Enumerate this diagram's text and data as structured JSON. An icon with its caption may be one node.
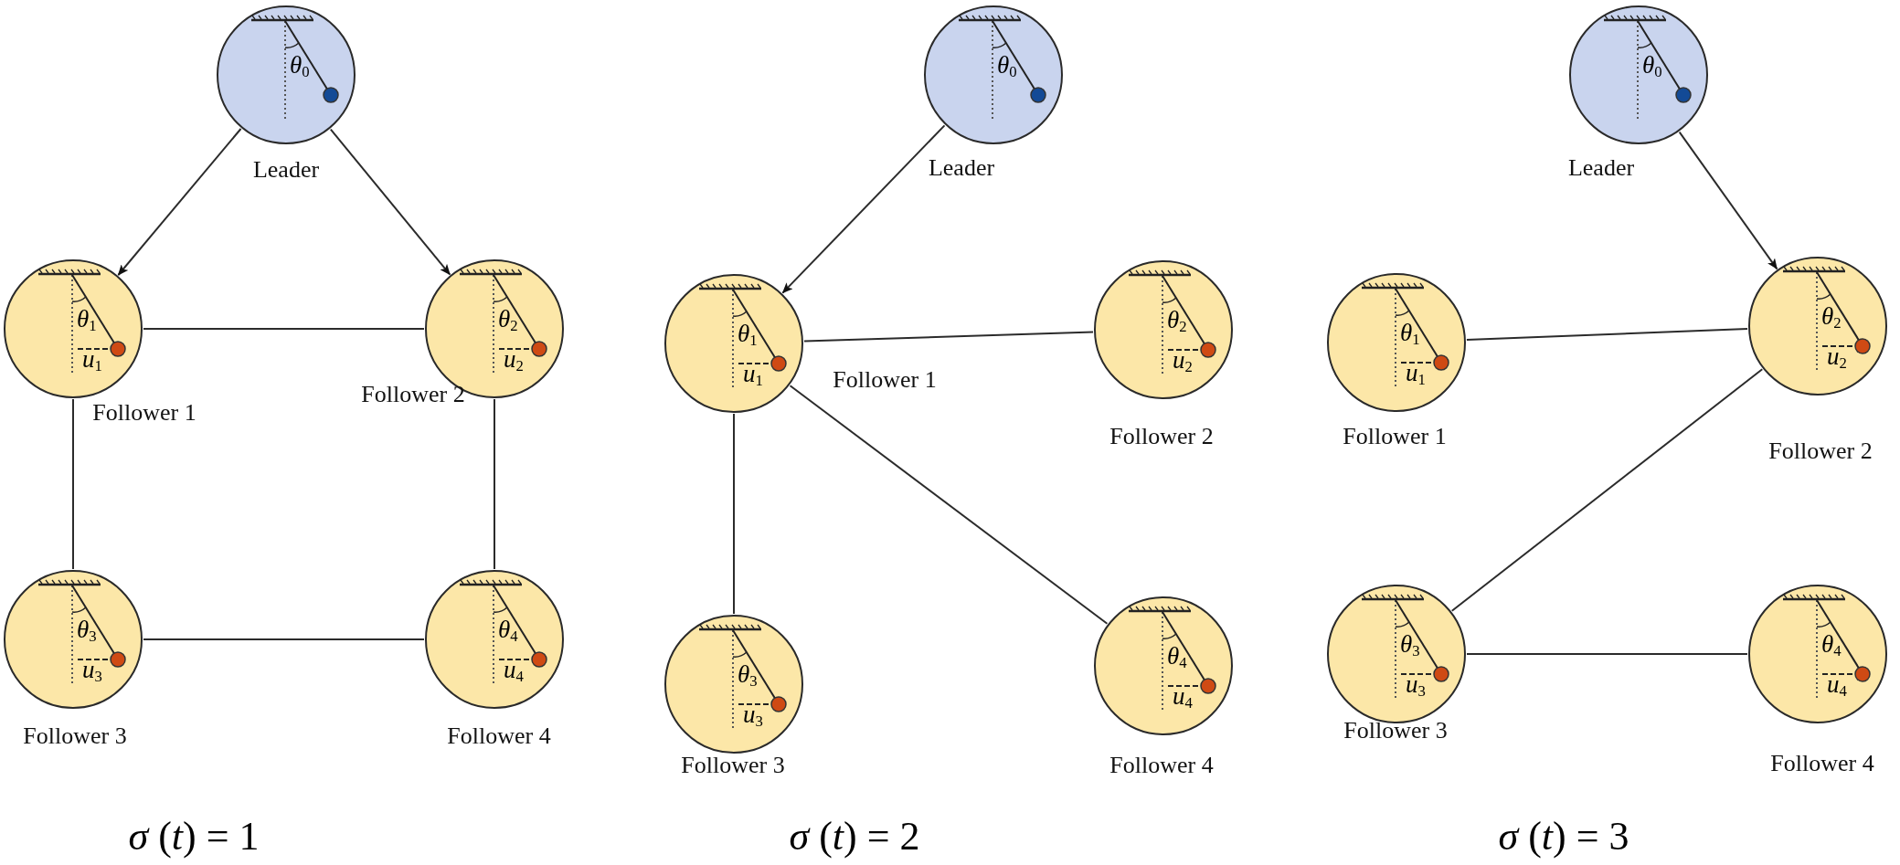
{
  "diagram": {
    "nodes": [
      {
        "text": [
          "θ$_{0}$"
        ],
        "beside": [
          "Leader"
        ]
      },
      {
        "text": [
          "θ$_{1}$",
          "u$_{1}$"
        ],
        "beside": [
          "Follower 1"
        ]
      },
      {
        "text": [
          "θ$_{2}$",
          "u$_{2}$"
        ],
        "beside": [
          "Follower 2"
        ]
      },
      {
        "text": [
          "θ$_{3}$",
          "u$_{3}$"
        ],
        "beside": [
          "Follower 3"
        ]
      },
      {
        "text": [
          "θ$_{4}$",
          "u$_{4}$"
        ],
        "beside": [
          "Follower 4"
        ]
      },
      {
        "text": [
          "θ$_{0}$"
        ],
        "beside": [
          "Leader"
        ]
      },
      {
        "text": [
          "θ$_{1}$",
          "u$_{1}$"
        ],
        "beside": [
          "Follower 1"
        ]
      },
      {
        "text": [
          "θ$_{2}$",
          "u$_{2}$"
        ],
        "beside": [
          "Follower 2"
        ]
      },
      {
        "text": [
          "θ$_{3}$",
          "u$_{3}$"
        ],
        "beside": [
          "Follower 3"
        ]
      },
      {
        "text": [
          "θ$_{4}$",
          "u$_{4}$"
        ],
        "beside": [
          "Follower 4"
        ]
      },
      {
        "text": [
          "θ$_{0}$"
        ],
        "beside": [
          "Leader"
        ]
      },
      {
        "text": [
          "θ$_{1}$",
          "u$_{1}$"
        ],
        "beside": [
          "Follower 1"
        ]
      },
      {
        "text": [
          "θ$_{2}$",
          "u$_{2}$"
        ],
        "beside": [
          "Follower 2"
        ]
      },
      {
        "text": [
          "θ$_{3}$",
          "u$_{3}$"
        ],
        "beside": [
          "Follower 3"
        ]
      },
      {
        "text": [
          "θ$_{4}$",
          "u$_{4}$"
        ],
        "beside": [
          "Follower 4"
        ]
      }
    ],
    "edges": [
      {
        "from": 0,
        "to": 1,
        "arrow": "to"
      },
      {
        "from": 0,
        "to": 2,
        "arrow": "to"
      },
      {
        "from": 1,
        "to": 2,
        "arrow": "none"
      },
      {
        "from": 1,
        "to": 3,
        "arrow": "none"
      },
      {
        "from": 2,
        "to": 4,
        "arrow": "none"
      },
      {
        "from": 3,
        "to": 4,
        "arrow": "none"
      },
      {
        "from": 5,
        "to": 6,
        "arrow": "to"
      },
      {
        "from": 6,
        "to": 7,
        "arrow": "none"
      },
      {
        "from": 6,
        "to": 8,
        "arrow": "none"
      },
      {
        "from": 6,
        "to": 9,
        "arrow": "none"
      },
      {
        "from": 10,
        "to": 12,
        "arrow": "to"
      },
      {
        "from": 11,
        "to": 12,
        "arrow": "none"
      },
      {
        "from": 12,
        "to": 13,
        "arrow": "none"
      },
      {
        "from": 13,
        "to": 14,
        "arrow": "none"
      }
    ],
    "labels": [
      "*σ* (*t*) = 1",
      "*σ* (*t*) = 2",
      "*σ* (*t*) = 3"
    ]
  }
}
